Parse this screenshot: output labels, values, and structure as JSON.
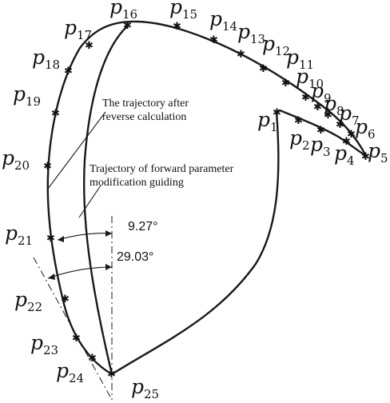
{
  "annotations": {
    "reverse_label_line1": "The trajectory after",
    "reverse_label_line2": "reverse calculation",
    "forward_label_line1": "Trajectory of forward parameter",
    "forward_label_line2": "modification guiding",
    "angle_inner": "9.27°",
    "angle_outer": "29.03°"
  },
  "points": [
    {
      "letter": "p",
      "sub": "1"
    },
    {
      "letter": "p",
      "sub": "2"
    },
    {
      "letter": "p",
      "sub": "3"
    },
    {
      "letter": "p",
      "sub": "4"
    },
    {
      "letter": "p",
      "sub": "5"
    },
    {
      "letter": "p",
      "sub": "6"
    },
    {
      "letter": "p",
      "sub": "7"
    },
    {
      "letter": "p",
      "sub": "8"
    },
    {
      "letter": "p",
      "sub": "9"
    },
    {
      "letter": "p",
      "sub": "10"
    },
    {
      "letter": "p",
      "sub": "11"
    },
    {
      "letter": "p",
      "sub": "12"
    },
    {
      "letter": "p",
      "sub": "13"
    },
    {
      "letter": "p",
      "sub": "14"
    },
    {
      "letter": "p",
      "sub": "15"
    },
    {
      "letter": "p",
      "sub": "16"
    },
    {
      "letter": "p",
      "sub": "17"
    },
    {
      "letter": "p",
      "sub": "18"
    },
    {
      "letter": "p",
      "sub": "19"
    },
    {
      "letter": "p",
      "sub": "20"
    },
    {
      "letter": "p",
      "sub": "21"
    },
    {
      "letter": "p",
      "sub": "22"
    },
    {
      "letter": "p",
      "sub": "23"
    },
    {
      "letter": "p",
      "sub": "24"
    },
    {
      "letter": "p",
      "sub": "25"
    }
  ],
  "colors": {
    "ink": "#1a1a1a",
    "background": "#ffffff"
  }
}
